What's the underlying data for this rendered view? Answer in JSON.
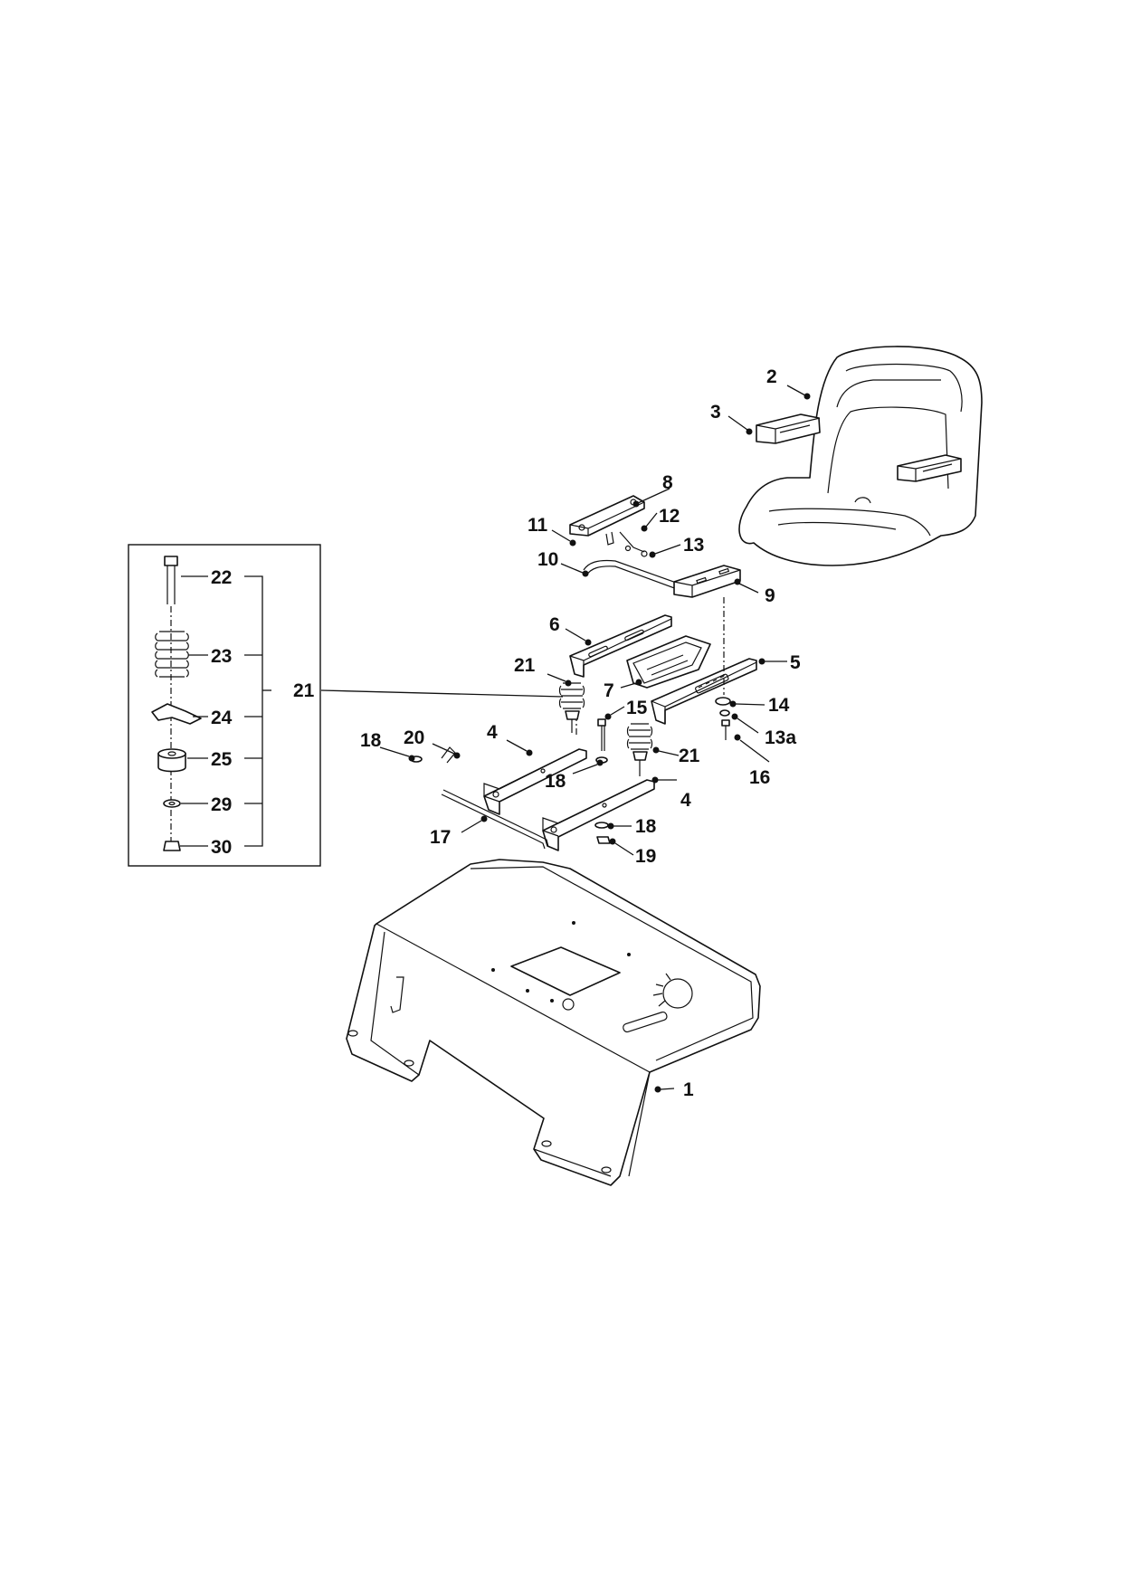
{
  "callouts": {
    "c1": "1",
    "c2": "2",
    "c3": "3",
    "c4a": "4",
    "c4b": "4",
    "c5": "5",
    "c6": "6",
    "c7": "7",
    "c8": "8",
    "c9": "9",
    "c10": "10",
    "c11": "11",
    "c12": "12",
    "c13": "13",
    "c13a": "13a",
    "c14": "14",
    "c15": "15",
    "c16": "16",
    "c17": "17",
    "c18a": "18",
    "c18b": "18",
    "c18c": "18",
    "c19": "19",
    "c20": "20",
    "c21a": "21",
    "c21b": "21",
    "c21c": "21",
    "c22": "22",
    "c23": "23",
    "c24": "24",
    "c25": "25",
    "c29": "29",
    "c30": "30"
  }
}
